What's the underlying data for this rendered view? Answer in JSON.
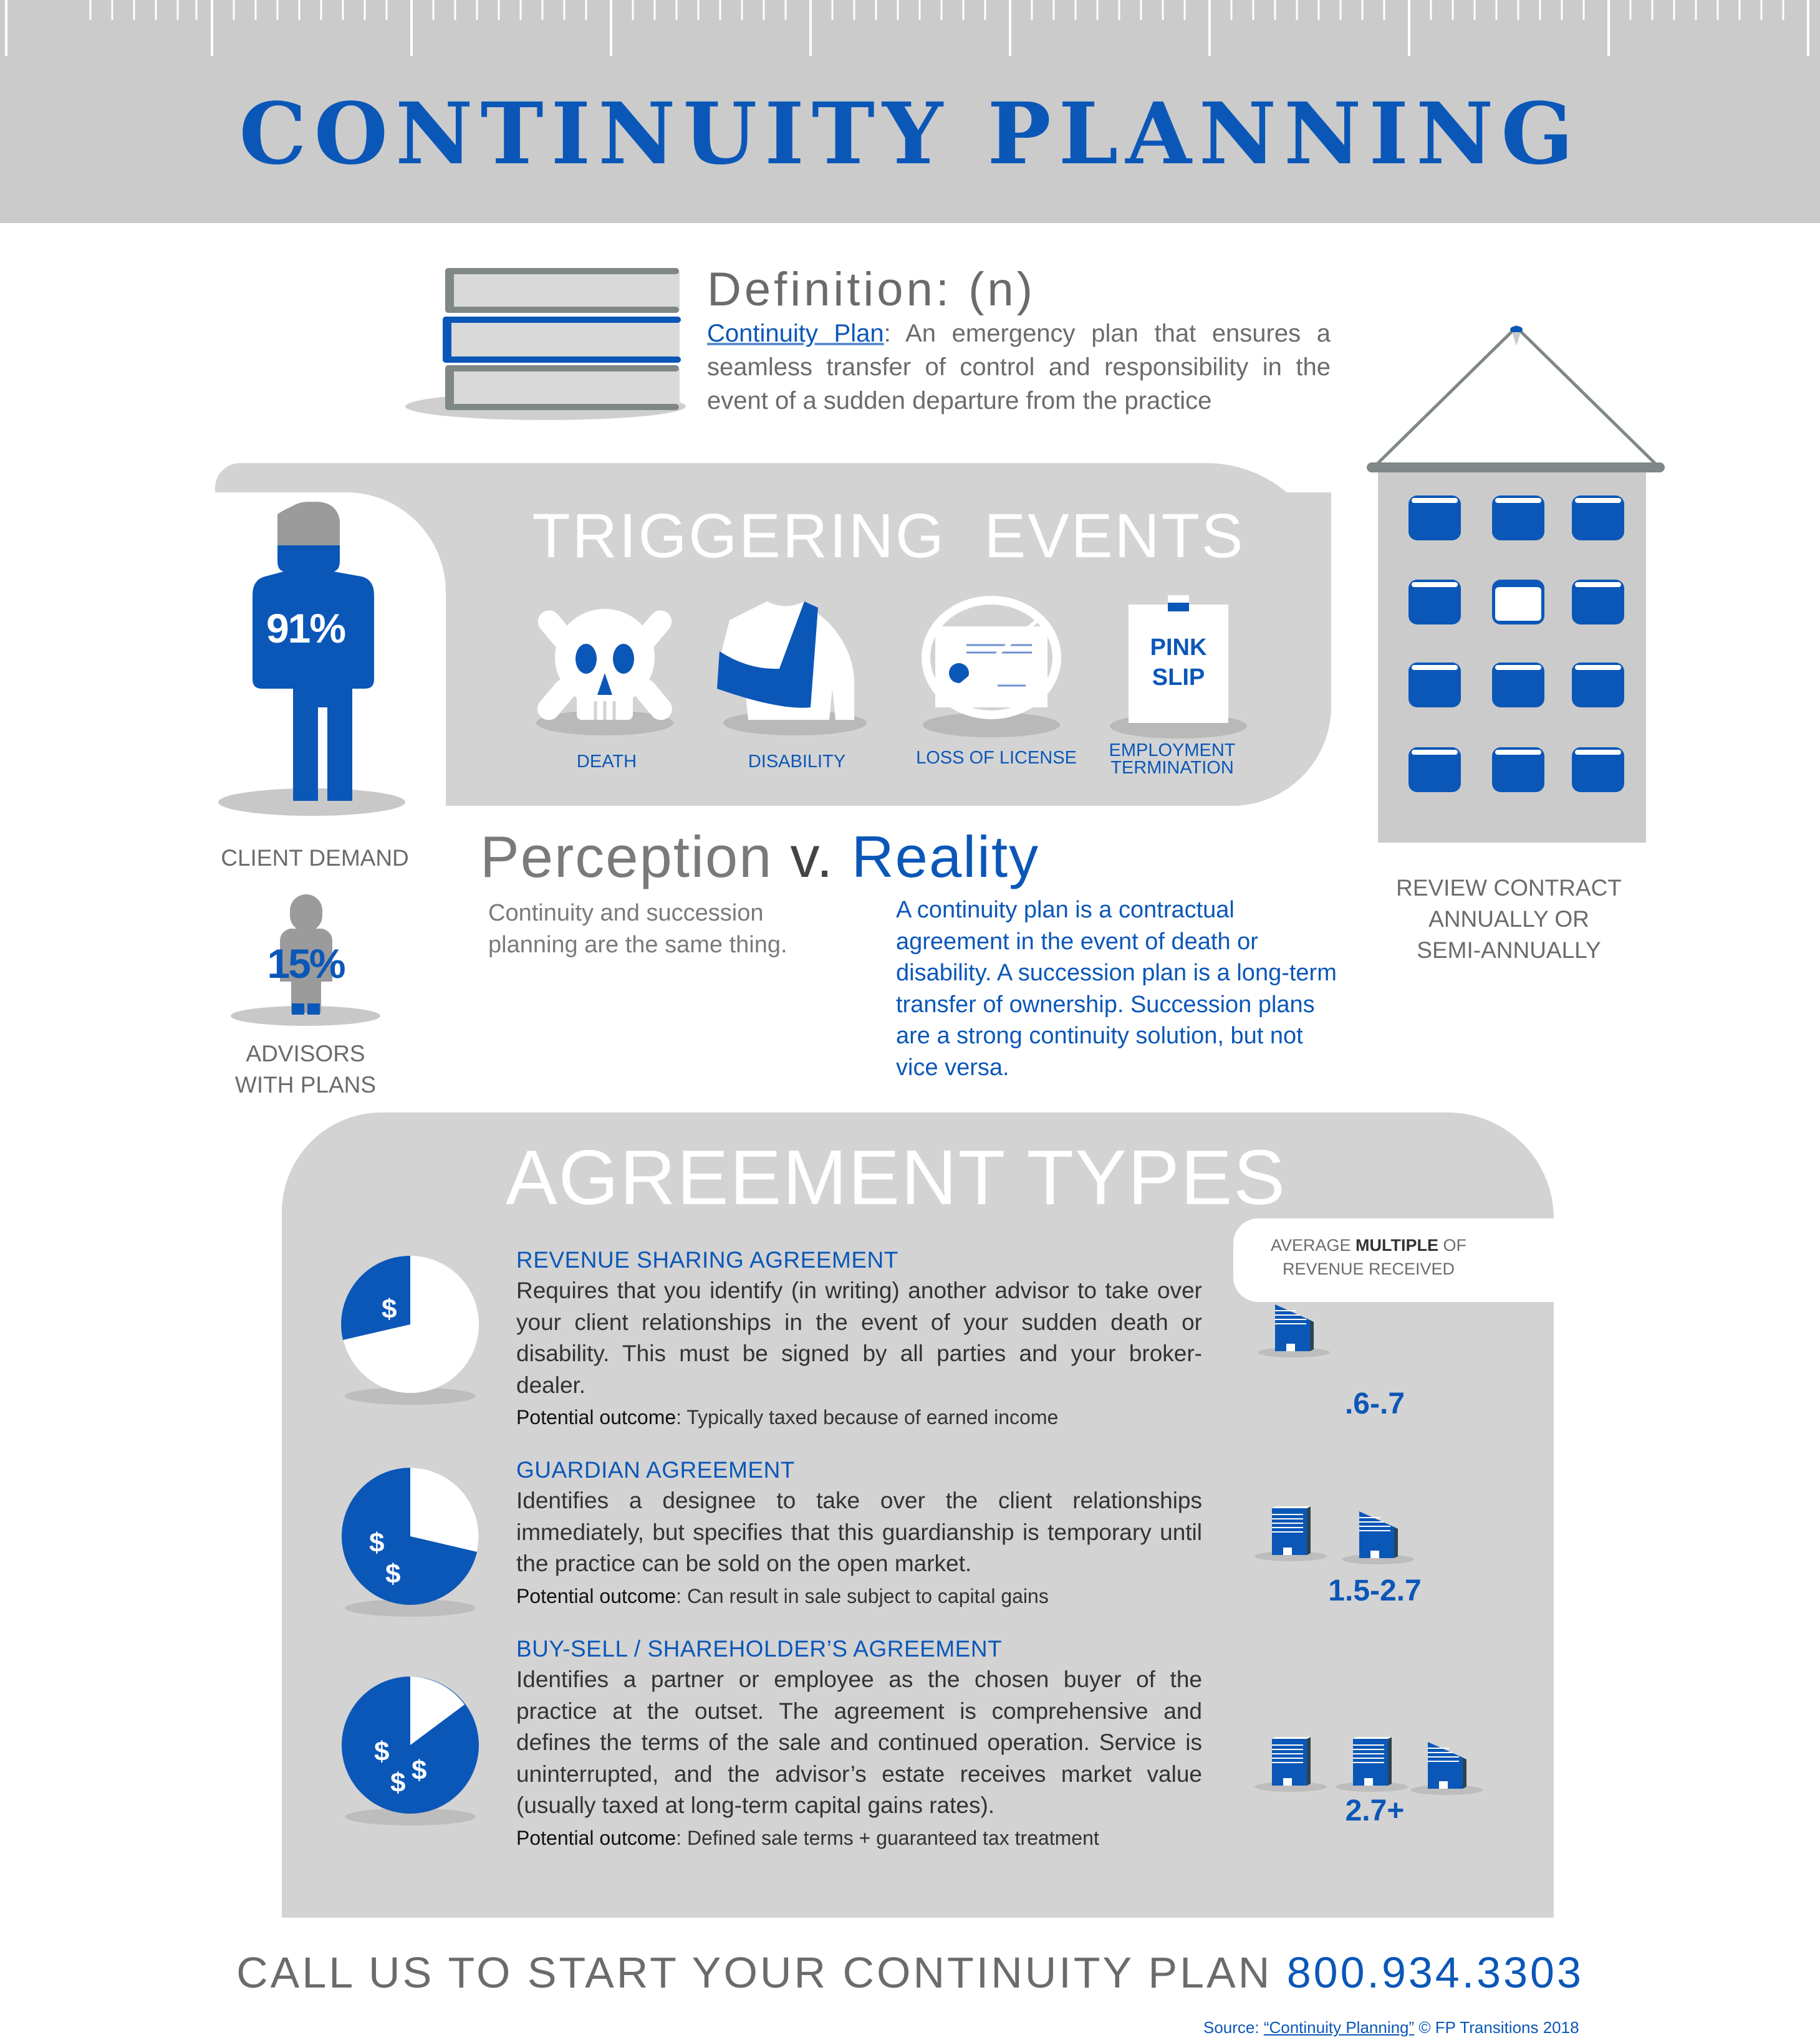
{
  "header": {
    "title": "CONTINUITY PLANNING"
  },
  "definition": {
    "title": "Definition: (n)",
    "term": "Continuity Plan",
    "text": ": An emergency plan that ensures a seamless transfer of control and responsibility in the event of a sudden departure from the practice"
  },
  "triggering_events": {
    "title": "TRIGGERING  EVENTS",
    "events": [
      {
        "label": "DEATH",
        "icon": "skull-crossbones-icon"
      },
      {
        "label": "DISABILITY",
        "icon": "arm-sling-icon"
      },
      {
        "label": "LOSS OF LICENSE",
        "icon": "no-license-icon"
      },
      {
        "label": "EMPLOYMENT TERMINATION",
        "icon": "pink-slip-icon",
        "icon_text_1": "PINK",
        "icon_text_2": "SLIP"
      }
    ]
  },
  "stats": {
    "client_demand": {
      "value": "91%",
      "label": "CLIENT DEMAND"
    },
    "advisors_with_plans": {
      "value": "15%",
      "label_1": "ADVISORS",
      "label_2": "WITH PLANS"
    }
  },
  "perception_reality": {
    "title_perception": "Perception",
    "title_v": "v.",
    "title_reality": "Reality",
    "perception_text": "Continuity and succession planning are the same thing.",
    "reality_text": "A continuity plan is a contractual agreement in the event of death or disability. A succession plan is a long-term transfer of ownership. Succession plans are a strong continuity solution, but not vice versa."
  },
  "calendar": {
    "label_1": "REVIEW CONTRACT",
    "label_2": "ANNUALLY OR",
    "label_3": "SEMI-ANNUALLY"
  },
  "agreements": {
    "title": "AGREEMENT TYPES",
    "multiple_header_1": "AVERAGE ",
    "multiple_header_bold": "MULTIPLE",
    "multiple_header_2": " OF",
    "multiple_header_3": "REVENUE RECEIVED",
    "outcome_label": "Potential outcome",
    "items": [
      {
        "title": "REVENUE SHARING AGREEMENT",
        "body": "Requires that you identify (in writing) another advisor to take over your client relationships in the event of your sudden death or disability. This must be signed by all parties and your broker-dealer.",
        "outcome": ": Typically taxed because of earned income",
        "multiple": ".6-.7",
        "pie_share_pct": 33
      },
      {
        "title": "GUARDIAN AGREEMENT",
        "body": "Identifies a designee to take over the client relationships immediately, but specifies that this guardianship is temporary until the practice can be sold on the open market.",
        "outcome": ": Can result in sale subject to capital gains",
        "multiple": "1.5-2.7",
        "pie_share_pct": 66
      },
      {
        "title": "BUY-SELL / SHAREHOLDER’S AGREEMENT",
        "body": "Identifies a partner or employee as the chosen buyer of the practice at the outset. The agreement is comprehensive and defines the terms of the sale and continued operation. Service is uninterrupted, and the advisor’s estate receives market value (usually taxed at long-term capital gains rates).",
        "outcome": ": Defined sale terms + guaranteed tax treatment",
        "multiple": "2.7+",
        "pie_share_pct": 90
      }
    ]
  },
  "cta": {
    "text": "CALL US TO START YOUR CONTINUITY PLAN ",
    "phone": "800.934.3303"
  },
  "source": {
    "prefix": "Source: ",
    "title": "“Continuity Planning”",
    "suffix": " © FP Transitions 2018"
  },
  "colors": {
    "accent": "#0b57b8",
    "panel": "#d3d3d3",
    "header": "#cbcbcb",
    "text": "#6b6b6b"
  }
}
